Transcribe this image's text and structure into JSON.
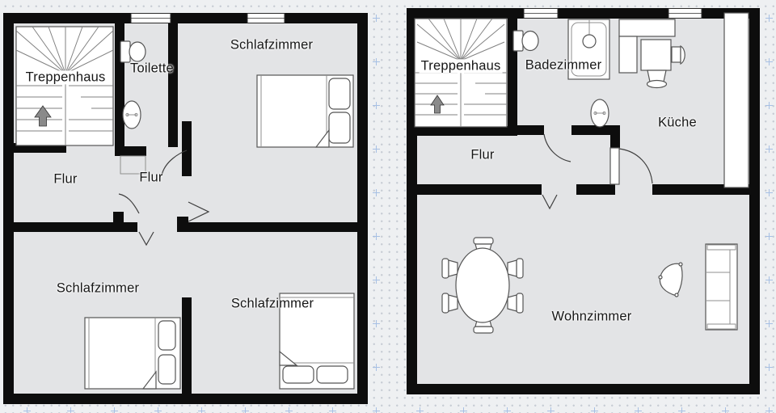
{
  "canvas": {
    "background_color": "#eef0f2",
    "grid_dot_color": "#c7ccd4",
    "grid_plus_color": "#a7c0e4",
    "wall_color": "#0d0d0d",
    "floor_color": "#e3e4e6",
    "furniture_fill": "#ffffff",
    "furniture_stroke": "#555555",
    "stairs_arrow_color": "#8a8a8a"
  },
  "floorplans": [
    {
      "id": "upper-floor-plan",
      "rooms": [
        {
          "id": "treppenhaus",
          "label": "Treppenhaus"
        },
        {
          "id": "toilette",
          "label": "Toilette"
        },
        {
          "id": "schlafzimmer-top",
          "label": "Schlafzimmer"
        },
        {
          "id": "flur-main",
          "label": "Flur"
        },
        {
          "id": "flur-small",
          "label": "Flur"
        },
        {
          "id": "schlafzimmer-bottom-left",
          "label": "Schlafzimmer"
        },
        {
          "id": "schlafzimmer-bottom-right",
          "label": "Schlafzimmer"
        }
      ]
    },
    {
      "id": "main-floor-plan",
      "rooms": [
        {
          "id": "treppenhaus",
          "label": "Treppenhaus"
        },
        {
          "id": "badezimmer",
          "label": "Badezimmer"
        },
        {
          "id": "kueche",
          "label": "Küche"
        },
        {
          "id": "flur",
          "label": "Flur"
        },
        {
          "id": "wohnzimmer",
          "label": "Wohnzimmer"
        }
      ]
    }
  ]
}
